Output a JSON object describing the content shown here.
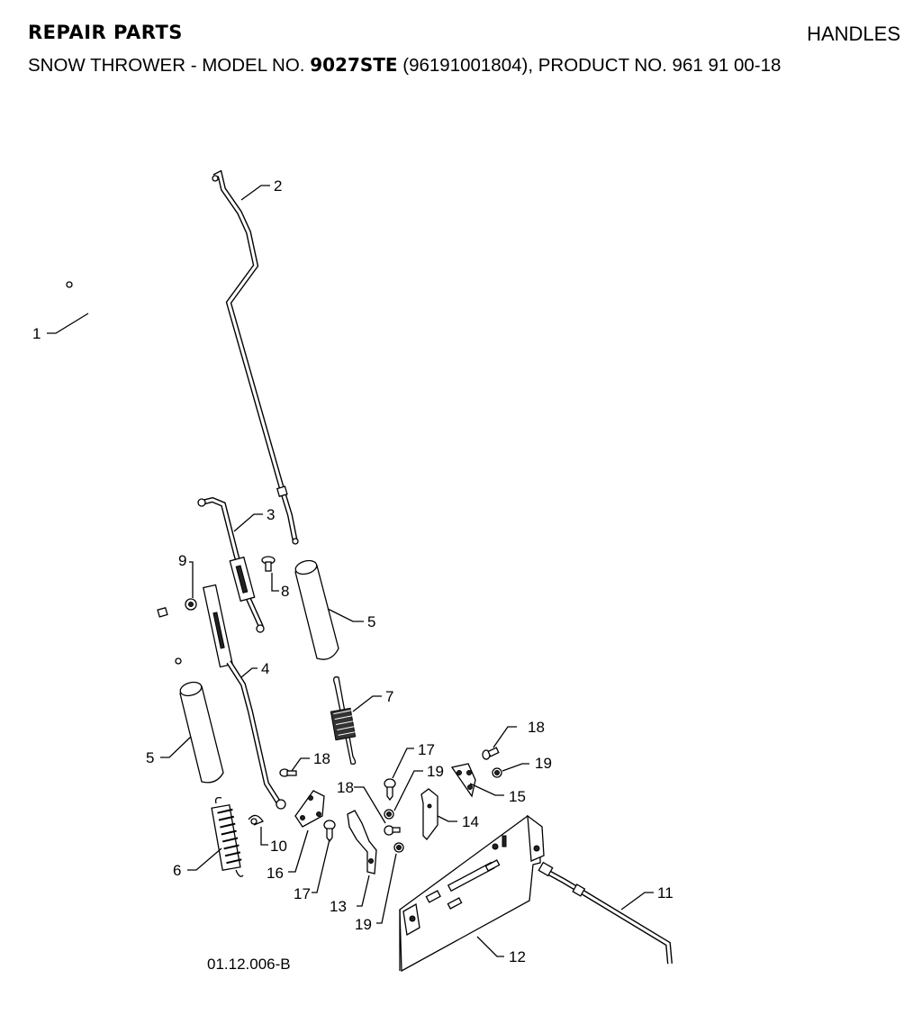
{
  "header": {
    "left_title": "REPAIR PARTS",
    "right_title": "HANDLES"
  },
  "subtitle": {
    "prefix": "SNOW THROWER - MODEL NO. ",
    "model": "9027STE",
    "suffix": " (96191001804), PRODUCT NO. 961 91 00-18"
  },
  "drawing_number": "01.12.006-B",
  "callouts": {
    "c1": "1",
    "c2": "2",
    "c3": "3",
    "c4": "4",
    "c5a": "5",
    "c5b": "5",
    "c6": "6",
    "c7": "7",
    "c8": "8",
    "c9": "9",
    "c10": "10",
    "c11": "11",
    "c12": "12",
    "c13": "13",
    "c14": "14",
    "c15": "15",
    "c16": "16",
    "c17a": "17",
    "c17b": "17",
    "c18a": "18",
    "c18b": "18",
    "c18c": "18",
    "c19a": "19",
    "c19b": "19",
    "c19c": "19"
  }
}
